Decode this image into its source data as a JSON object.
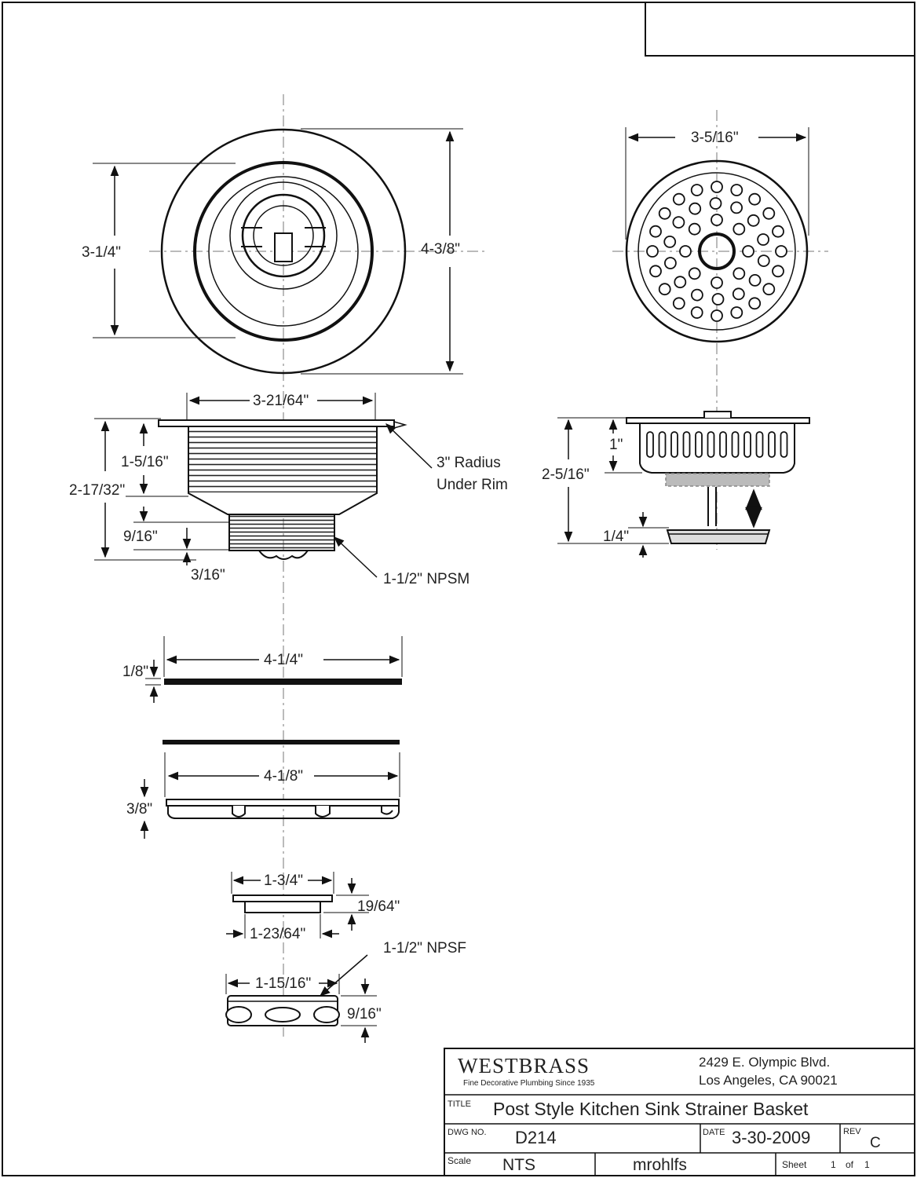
{
  "dimensions": {
    "top_view_inner": "3-1/4\"",
    "top_view_outer": "4-3/8\"",
    "basket_top_width": "3-5/16\"",
    "body_width": "3-21/64\"",
    "flange_to_step": "1-5/16\"",
    "overall_height": "2-17/32\"",
    "thread_length": "9/16\"",
    "nut_tip": "3/16\"",
    "rim_radius_line1": "3\" Radius",
    "rim_radius_line2": "Under Rim",
    "thread_spec": "1-1/2\" NPSM",
    "basket_depth": "1\"",
    "basket_total": "2-5/16\"",
    "stopper_thickness": "1/4\"",
    "gasket_width": "4-1/4\"",
    "gasket_thickness": "1/8\"",
    "washer_width": "4-1/8\"",
    "washer_thickness": "3/8\"",
    "nut_outer": "1-3/4\"",
    "nut_height": "19/64\"",
    "nut_inner": "1-23/64\"",
    "locknut_thread": "1-1/2\" NPSF",
    "locknut_width": "1-15/16\"",
    "locknut_height": "9/16\""
  },
  "title_block": {
    "company": "WESTBRASS",
    "tagline": "Fine Decorative Plumbing Since 1935",
    "address_line1": "2429 E. Olympic Blvd.",
    "address_line2": "Los Angeles, CA 90021",
    "title_label": "TITLE",
    "title": "Post Style Kitchen Sink Strainer Basket",
    "dwg_label": "DWG NO.",
    "dwg_no": "D214",
    "date_label": "DATE",
    "date": "3-30-2009",
    "rev_label": "REV",
    "rev": "C",
    "scale_label": "Scale",
    "scale": "NTS",
    "drawn_by": "mrohlfs",
    "sheet_label": "Sheet",
    "sheet_no": "1",
    "of_label": "of",
    "sheet_total": "1"
  }
}
